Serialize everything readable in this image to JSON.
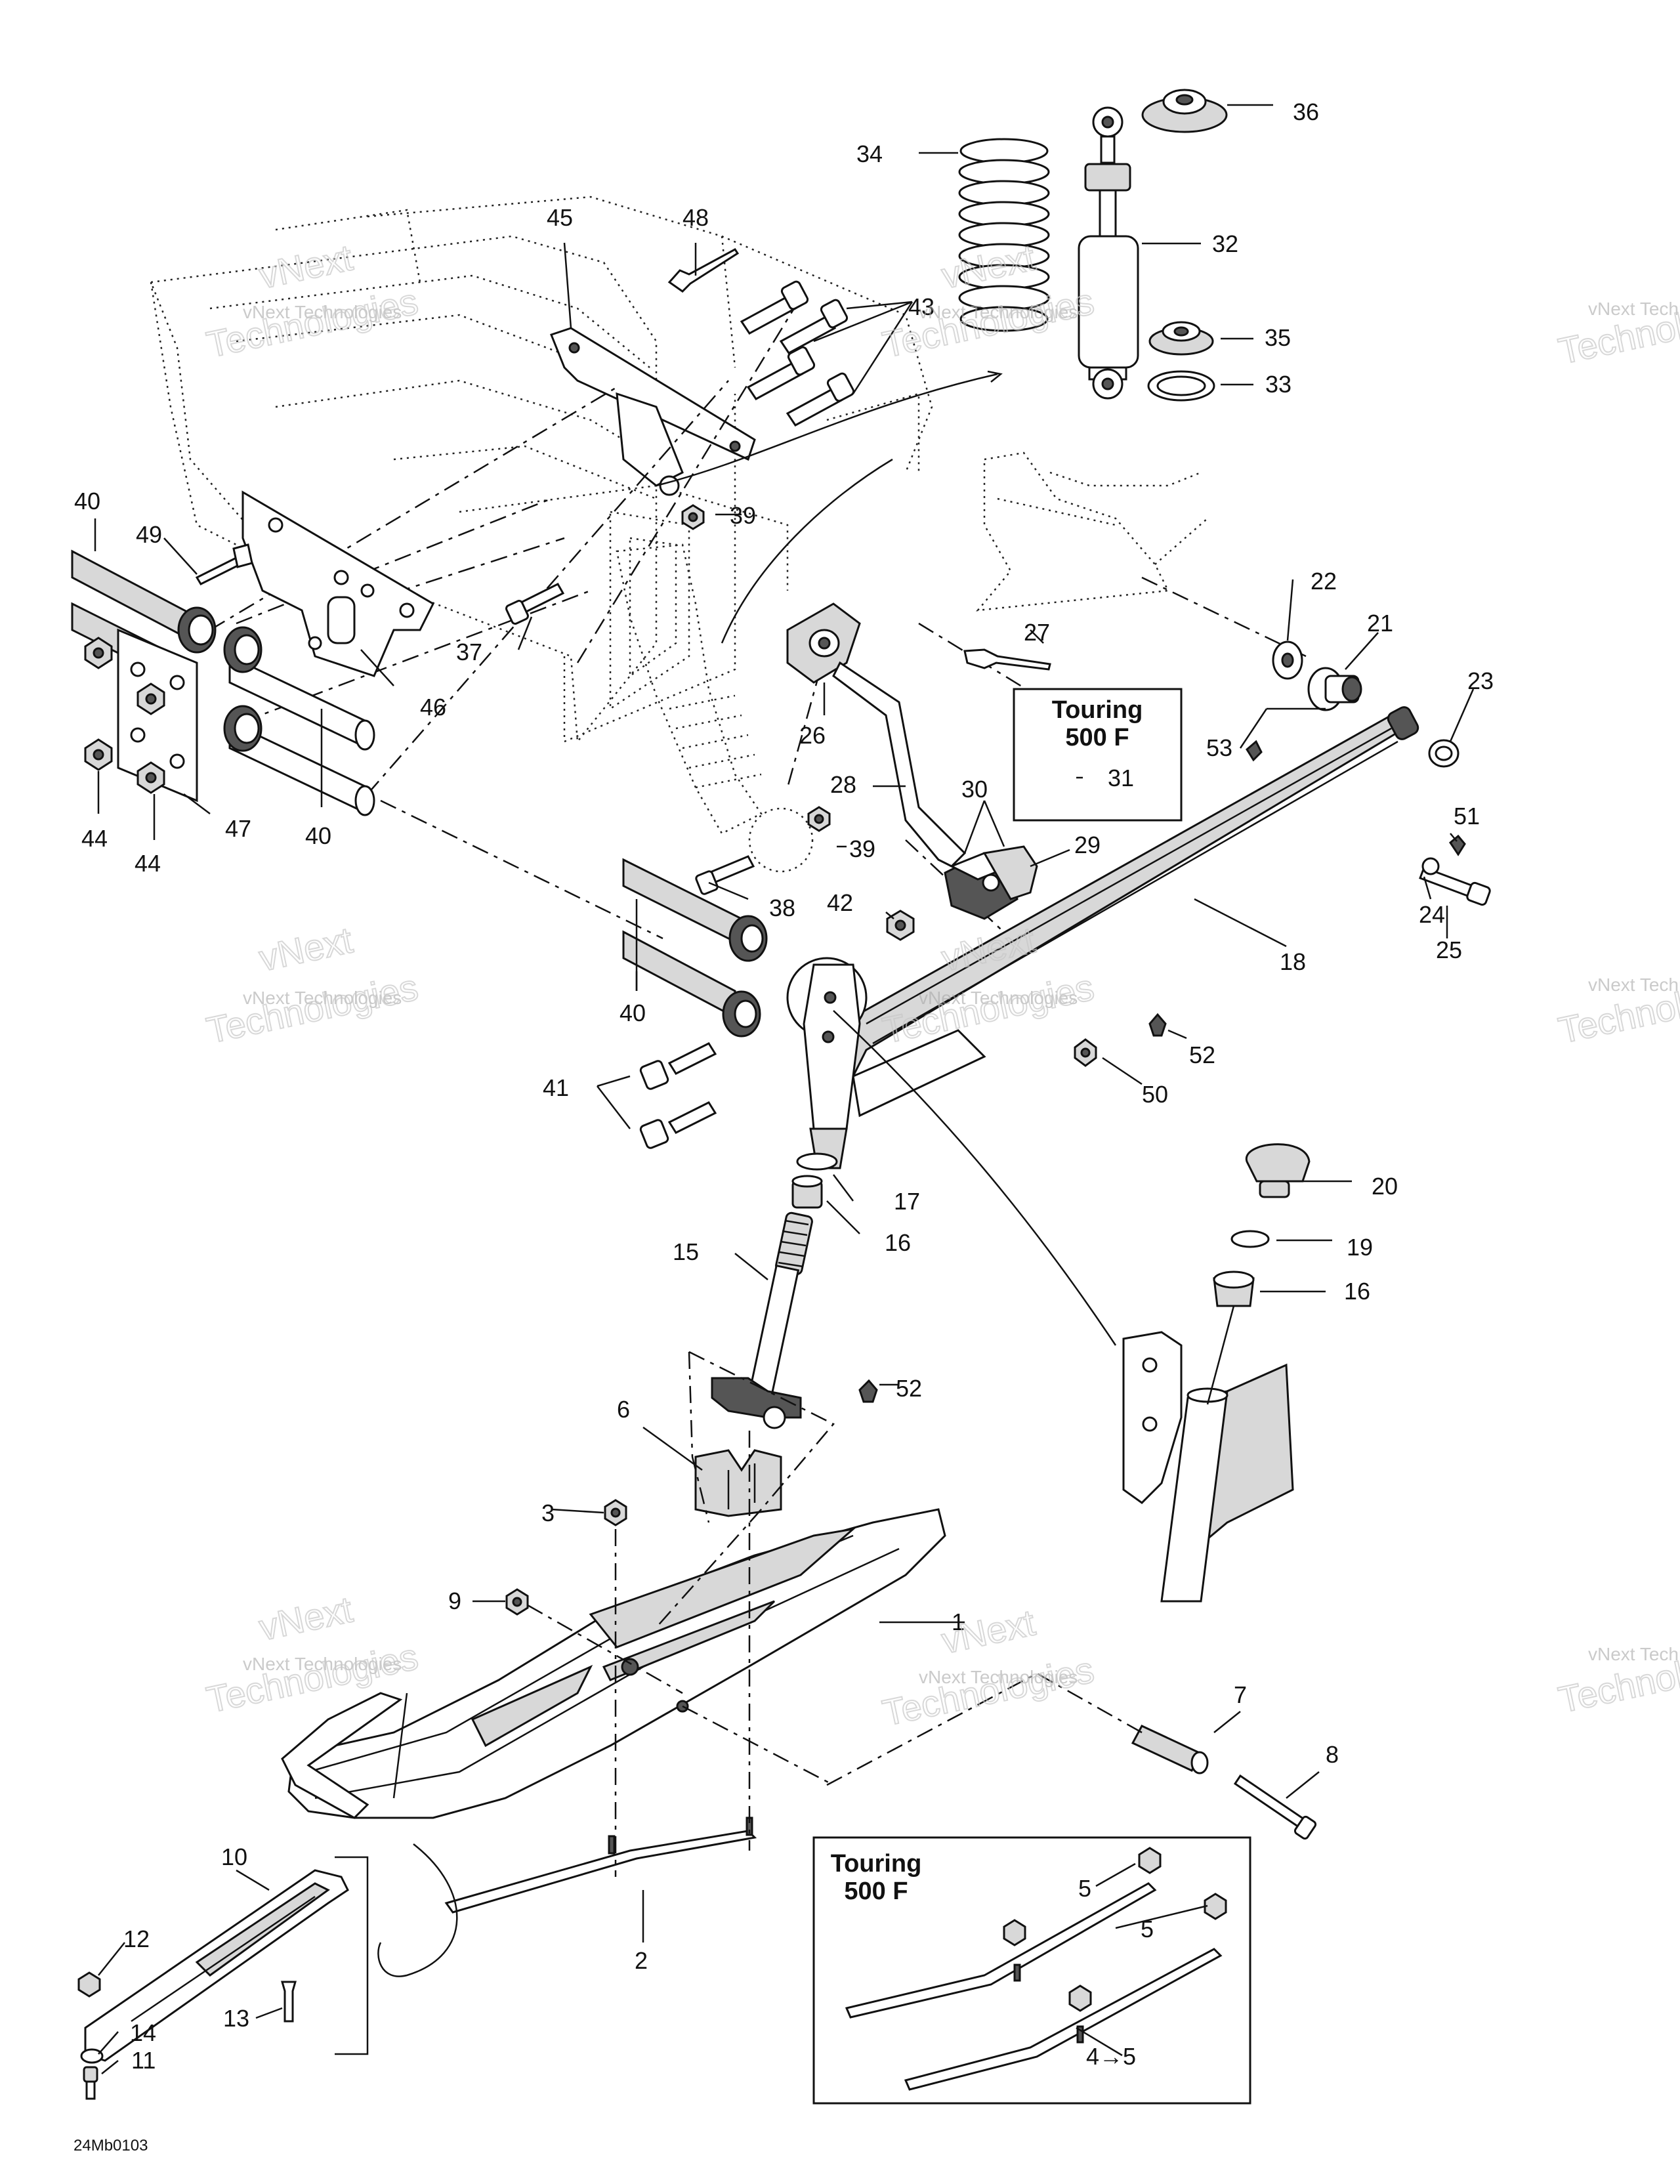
{
  "diagram": {
    "drawing_code": "24Mb0103",
    "watermark": {
      "line1": "vNext Technologies",
      "line2": "vNext",
      "line3": "Technologies"
    },
    "boxes": [
      {
        "title_line1": "Touring",
        "title_line2": "500 F",
        "labels": [
          "31"
        ]
      },
      {
        "title_line1": "Touring",
        "title_line2": "500 F",
        "labels": [
          "5",
          "5",
          "4→5"
        ]
      }
    ],
    "callouts": {
      "c1": "1",
      "c2": "2",
      "c3": "3",
      "c6": "6",
      "c7": "7",
      "c8": "8",
      "c9": "9",
      "c10": "10",
      "c11": "11",
      "c12": "12",
      "c13": "13",
      "c14": "14",
      "c15": "15",
      "c16a": "16",
      "c16b": "16",
      "c17": "17",
      "c18": "18",
      "c19": "19",
      "c20": "20",
      "c21": "21",
      "c22": "22",
      "c23": "23",
      "c24": "24",
      "c25": "25",
      "c26": "26",
      "c27": "27",
      "c28": "28",
      "c29": "29",
      "c30": "30",
      "c32": "32",
      "c33": "33",
      "c34": "34",
      "c35": "35",
      "c36": "36",
      "c37": "37",
      "c38": "38",
      "c39a": "39",
      "c39b": "39",
      "c40a": "40",
      "c40b": "40",
      "c40c": "40",
      "c41": "41",
      "c42": "42",
      "c43": "43",
      "c44a": "44",
      "c44b": "44",
      "c45": "45",
      "c46": "46",
      "c47": "47",
      "c48": "48",
      "c49": "49",
      "c50": "50",
      "c51": "51",
      "c52a": "52",
      "c52b": "52",
      "c53": "53"
    }
  }
}
